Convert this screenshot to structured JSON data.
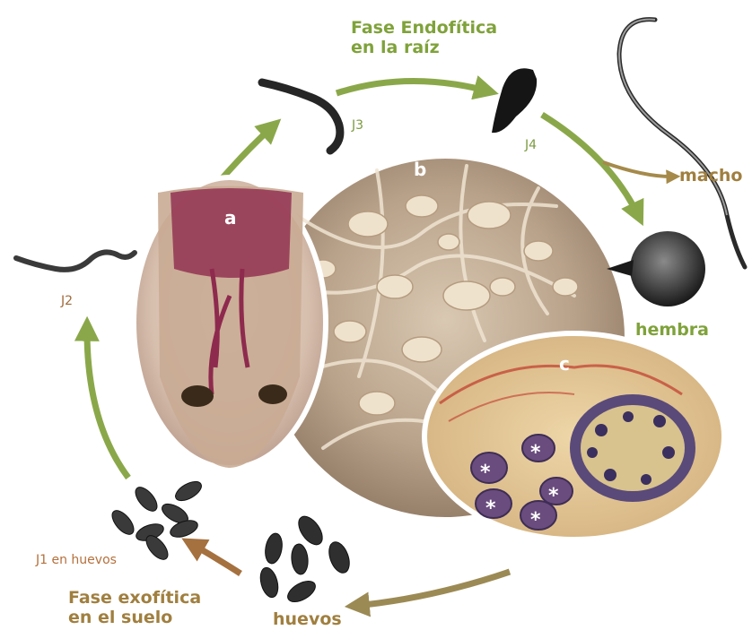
{
  "labels": {
    "endophytic_phase": [
      "Fase Endofítica",
      "en la raíz"
    ],
    "exophytic_phase": [
      "Fase exofítica",
      "en el suelo"
    ],
    "j2": "J2",
    "j3": "J3",
    "j4": "J4",
    "j1_eggs": "J1 en huevos",
    "eggs": "huevos",
    "male": "macho",
    "female": "hembra",
    "panel_a": "a",
    "panel_b": "b",
    "panel_c": "c",
    "asterisk": "*"
  },
  "colors": {
    "green_arrow": "#8aa84a",
    "brown_arrow": "#a5713f",
    "male_arrow": "#a58a4a",
    "root_bg": "#d4c2ad",
    "section_bg": "#e8c994"
  }
}
